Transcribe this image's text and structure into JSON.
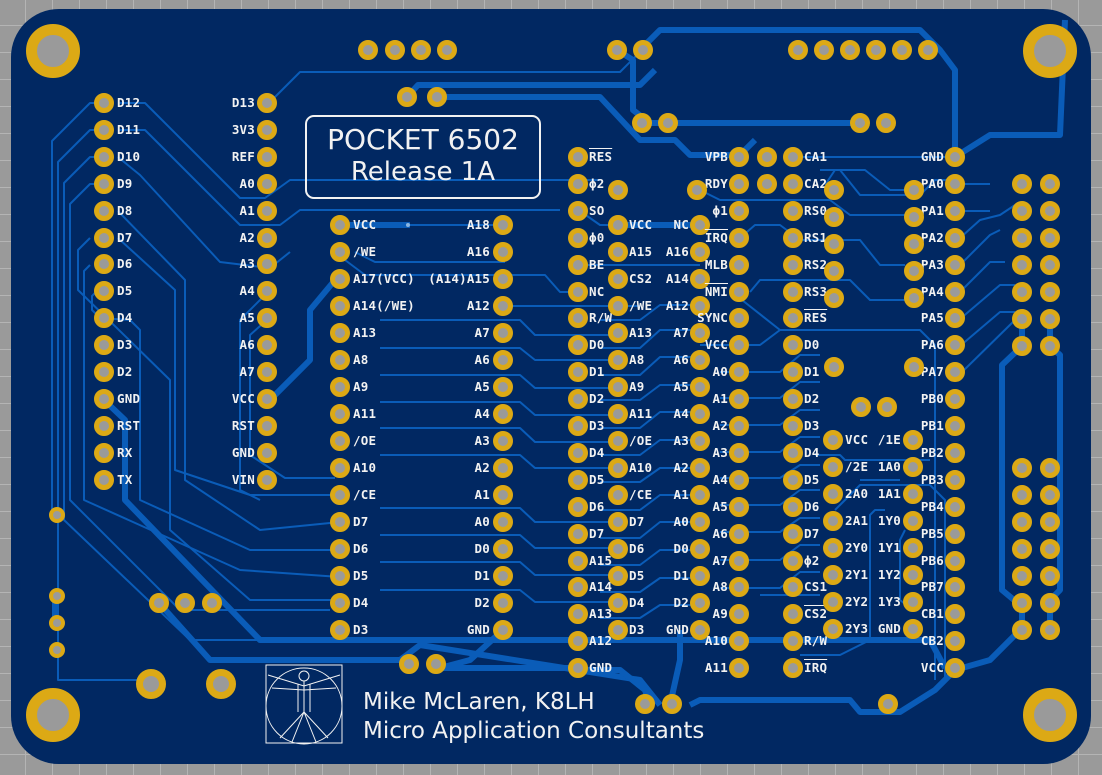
{
  "board": {
    "title": "POCKET 6502",
    "release": "Release 1A",
    "author": "Mike McLaren, K8LH",
    "company": "Micro Application Consultants",
    "colors": {
      "substrate": "#012862",
      "copper_trace": "#0a5cb8",
      "pad": "#dca915",
      "drill": "#9a9a9a",
      "silkscreen": "#f2f2f2",
      "background": "#9a9a9a"
    }
  },
  "arduino_left": {
    "labels": [
      "D12",
      "D11",
      "D10",
      "D9",
      "D8",
      "D7",
      "D6",
      "D5",
      "D4",
      "D3",
      "D2",
      "GND",
      "RST",
      "RX",
      "TX"
    ]
  },
  "arduino_right": {
    "labels": [
      "D13",
      "3V3",
      "REF",
      "A0",
      "A1",
      "A2",
      "A3",
      "A4",
      "A5",
      "A6",
      "A7",
      "VCC",
      "RST",
      "GND",
      "VIN"
    ]
  },
  "memory_left": {
    "labels": [
      "VCC",
      "/WE",
      "A17(VCC)",
      "A14(/WE)",
      "A13",
      "A8",
      "A9",
      "A11",
      "/OE",
      "A10",
      "/CE",
      "D7",
      "D6",
      "D5",
      "D4",
      "D3"
    ]
  },
  "memory_right": {
    "labels": [
      "A18",
      "A16",
      "(A14)A15",
      "A12",
      "A7",
      "A6",
      "A5",
      "A4",
      "A3",
      "A2",
      "A1",
      "A0",
      "D0",
      "D1",
      "D2",
      "GND"
    ]
  },
  "cpu_left": {
    "labels": [
      "RES",
      "ϕ2",
      "SO",
      "ϕ0",
      "BE",
      "NC",
      "R/W",
      "D0",
      "D1",
      "D2",
      "D3",
      "D4",
      "D5",
      "D6",
      "D7",
      "A15",
      "A14",
      "A13",
      "A12",
      "GND"
    ],
    "overline": [
      "RES"
    ]
  },
  "ram_left": {
    "labels": [
      "VCC",
      "A15",
      "CS2",
      "/WE",
      "A13",
      "A8",
      "A9",
      "A11",
      "/OE",
      "A10",
      "/CE",
      "D7",
      "D6",
      "D5",
      "D4",
      "D3"
    ]
  },
  "ram_right": {
    "labels": [
      "NC",
      "A16",
      "A14",
      "A12",
      "A7",
      "A6",
      "A5",
      "A4",
      "A3",
      "A2",
      "A1",
      "A0",
      "D0",
      "D1",
      "D2",
      "GND"
    ]
  },
  "cpu_right": {
    "labels": [
      "VPB",
      "RDY",
      "ϕ1",
      "IRQ",
      "MLB",
      "NMI",
      "SYNC",
      "VCC",
      "A0",
      "A1",
      "A2",
      "A3",
      "A4",
      "A5",
      "A6",
      "A7",
      "A8",
      "A9",
      "A10",
      "A11"
    ],
    "overline": [
      "IRQ",
      "NMI"
    ]
  },
  "via_left": {
    "labels": [
      "CA1",
      "CA2",
      "RS0",
      "RS1",
      "RS2",
      "RS3",
      "RES",
      "D0",
      "D1",
      "D2",
      "D3",
      "D4",
      "D5",
      "D6",
      "D7",
      "ϕ2",
      "CS1",
      "CS2",
      "R/W",
      "IRQ"
    ],
    "overline": [
      "RES",
      "CS2",
      "IRQ"
    ]
  },
  "via_right": {
    "labels": [
      "GND",
      "PA0",
      "PA1",
      "PA2",
      "PA3",
      "PA4",
      "PA5",
      "PA6",
      "PA7",
      "PB0",
      "PB1",
      "PB2",
      "PB3",
      "PB4",
      "PB5",
      "PB6",
      "PB7",
      "CB1",
      "CB2",
      "VCC"
    ]
  },
  "decoder_left": {
    "labels": [
      "VCC",
      "/2E",
      "2A0",
      "2A1",
      "2Y0",
      "2Y1",
      "2Y2",
      "2Y3"
    ]
  },
  "decoder_right": {
    "labels": [
      "/1E",
      "1A0",
      "1A1",
      "1Y0",
      "1Y1",
      "1Y2",
      "1Y3",
      "GND"
    ]
  }
}
